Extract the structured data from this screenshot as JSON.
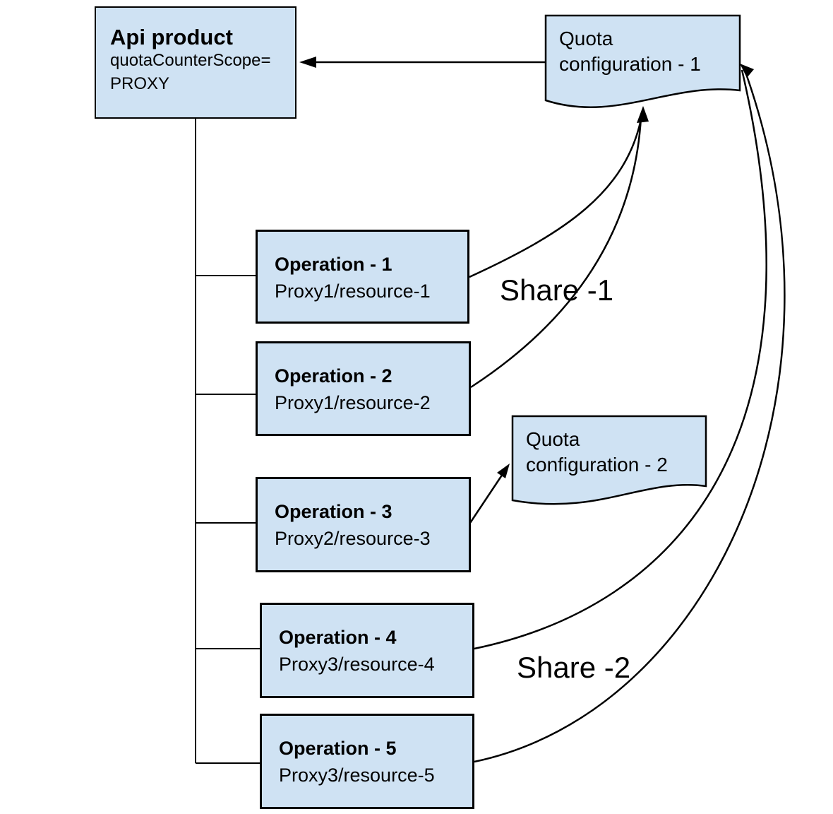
{
  "colors": {
    "node_fill": "#cfe2f3",
    "node_border": "#000000",
    "line": "#000000",
    "background": "#ffffff"
  },
  "api_product": {
    "title": "Api product",
    "attr_line1": "quotaCounterScope=",
    "attr_line2": "PROXY"
  },
  "quota_config_1": {
    "line1": "Quota",
    "line2": "configuration - 1"
  },
  "quota_config_2": {
    "line1": "Quota",
    "line2": "configuration - 2"
  },
  "operations": [
    {
      "title": "Operation - 1",
      "path": "Proxy1/resource-1"
    },
    {
      "title": "Operation - 2",
      "path": "Proxy1/resource-2"
    },
    {
      "title": "Operation - 3",
      "path": "Proxy2/resource-3"
    },
    {
      "title": "Operation - 4",
      "path": "Proxy3/resource-4"
    },
    {
      "title": "Operation - 5",
      "path": "Proxy3/resource-5"
    }
  ],
  "share_labels": [
    {
      "text": "Share -1"
    },
    {
      "text": "Share -2"
    }
  ]
}
